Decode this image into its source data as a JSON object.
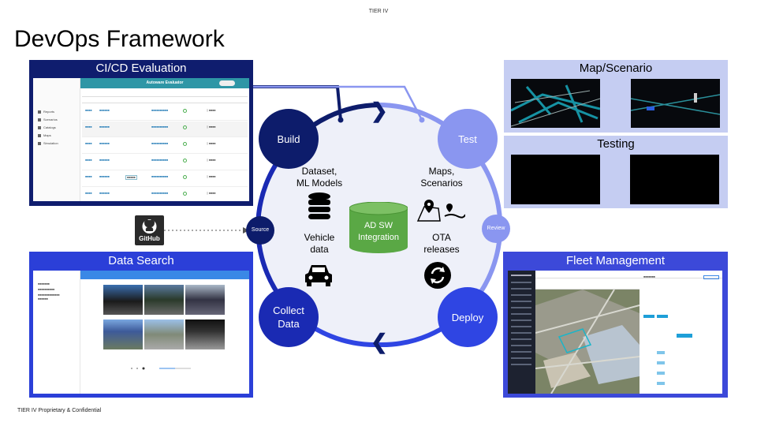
{
  "header": {
    "top_label": "TIER IV",
    "title": "DevOps Framework"
  },
  "footer": {
    "text": "TIER IV Proprietary & Confidential"
  },
  "panels": {
    "cicd": {
      "title": "CI/CD Evaluation"
    },
    "map_scenario": {
      "title": "Map/Scenario"
    },
    "testing": {
      "title": "Testing"
    },
    "data_search": {
      "title": "Data Search"
    },
    "fleet": {
      "title": "Fleet Management"
    }
  },
  "cicd_app": {
    "header_title": "Autoware Evaluator",
    "sidebar": [
      "Reports",
      "Scenarios",
      "Catalogs",
      "Maps",
      "Simulation"
    ]
  },
  "cycle": {
    "nodes": {
      "build": "Build",
      "test": "Test",
      "deploy": "Deploy",
      "collect": "Collect\nData"
    },
    "small_nodes": {
      "source": "Source",
      "review": "Review"
    },
    "labels": {
      "dataset": "Dataset,\nML Models",
      "maps": "Maps,\nScenarios",
      "vehicle": "Vehicle\ndata",
      "ota": "OTA\nreleases"
    },
    "center": "AD SW\nIntegration"
  },
  "github": {
    "label": "GitHub"
  },
  "colors": {
    "navy": "#0f1d6e",
    "build_node": "#0d1c6b",
    "test_node": "#8a96f0",
    "deploy_node": "#2f45e3",
    "collect_node": "#1a2ab3",
    "panel_light": "#c5cdf2",
    "integration_green": "#5aa845",
    "ring_bg": "#eef0f9"
  },
  "icons": [
    "github-icon",
    "database-icon",
    "map-pin-icon",
    "car-icon",
    "sync-icon",
    "chevron-right-icon",
    "chevron-left-icon"
  ]
}
